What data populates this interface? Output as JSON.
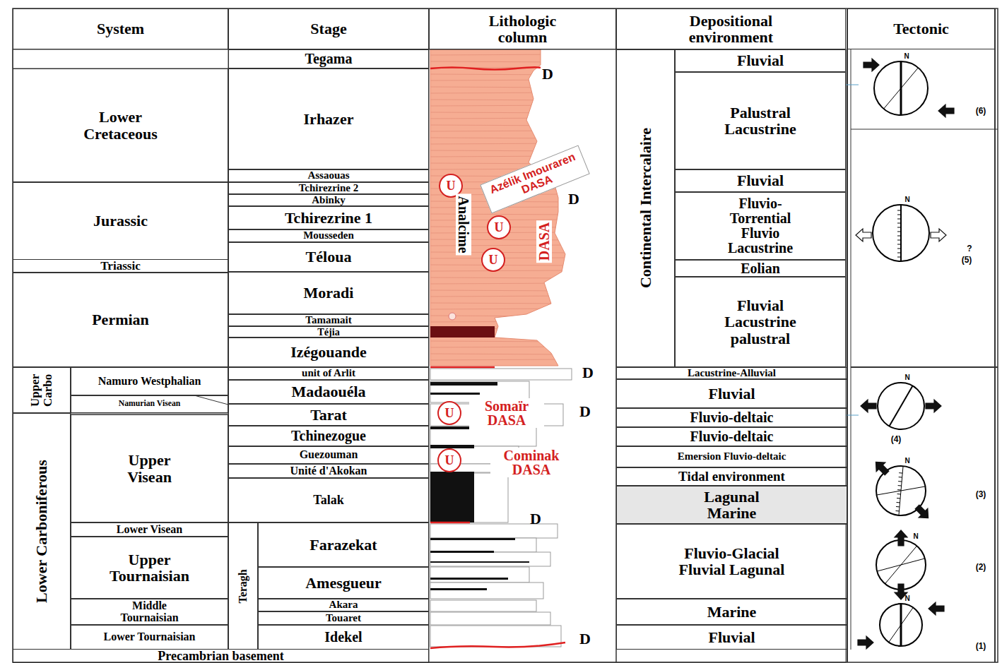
{
  "diagram": {
    "nodes": [
      {
        "text": [
          "System"
        ]
      },
      {
        "text": [
          "Stage"
        ]
      },
      {
        "text": [
          "Lithologic column"
        ]
      },
      {
        "text": [
          "Depositional environment"
        ]
      },
      {
        "text": [
          "Tectonic"
        ]
      },
      {
        "text": [
          "Lower Cretaceous"
        ]
      },
      {
        "text": [
          "Jurassic"
        ]
      },
      {
        "text": [
          "Triassic"
        ]
      },
      {
        "text": [
          "Permian"
        ]
      },
      {
        "text": [
          "Upper Carbo"
        ]
      },
      {
        "text": [
          "Namuro Westphalian"
        ]
      },
      {
        "text": [
          "Namurian Visean"
        ]
      },
      {
        "text": [
          "Lower Carboniferous"
        ]
      },
      {
        "text": [
          "Upper Visean"
        ]
      },
      {
        "text": [
          "Lower Visean"
        ]
      },
      {
        "text": [
          "Upper Tournaisian"
        ]
      },
      {
        "text": [
          "Middle Tournaisian"
        ]
      },
      {
        "text": [
          "Lower Tournaisian"
        ]
      },
      {
        "text": [
          "Precambrian basement"
        ]
      },
      {
        "text": [
          "Tegama"
        ]
      },
      {
        "text": [
          "Irhazer"
        ]
      },
      {
        "text": [
          "Assaouas"
        ]
      },
      {
        "text": [
          "Tchirezrine 2"
        ]
      },
      {
        "text": [
          "Abinky"
        ]
      },
      {
        "text": [
          "Tchirezrine 1"
        ]
      },
      {
        "text": [
          "Mousseden"
        ]
      },
      {
        "text": [
          "Téloua"
        ]
      },
      {
        "text": [
          "Moradi"
        ]
      },
      {
        "text": [
          "Tamamait"
        ]
      },
      {
        "text": [
          "Téjia"
        ]
      },
      {
        "text": [
          "Izégouande"
        ]
      },
      {
        "text": [
          "unit of Arlit"
        ]
      },
      {
        "text": [
          "Madaouéla"
        ]
      },
      {
        "text": [
          "Tarat"
        ]
      },
      {
        "text": [
          "Tchinezogue"
        ]
      },
      {
        "text": [
          "Guezouman"
        ]
      },
      {
        "text": [
          "Unité d'Akokan"
        ]
      },
      {
        "text": [
          "Talak"
        ]
      },
      {
        "text": [
          "Teragh"
        ]
      },
      {
        "text": [
          "Farazekat"
        ]
      },
      {
        "text": [
          "Amesgueur"
        ]
      },
      {
        "text": [
          "Akara"
        ]
      },
      {
        "text": [
          "Touaret"
        ]
      },
      {
        "text": [
          "Idekel"
        ]
      },
      {
        "text": [
          "U"
        ]
      },
      {
        "text": [
          "U"
        ]
      },
      {
        "text": [
          "U"
        ]
      },
      {
        "text": [
          "U"
        ]
      },
      {
        "text": [
          "U"
        ]
      },
      {
        "text": [
          "Azélik Imouraren DASA"
        ]
      },
      {
        "text": [
          "Continental Intercalaire"
        ]
      },
      {
        "text": [
          "Fluvial"
        ]
      },
      {
        "text": [
          "Palustral Lacustrine"
        ]
      },
      {
        "text": [
          "Fluvial"
        ]
      },
      {
        "text": [
          "Fluvio- Torrential Fluvio Lacustrine"
        ]
      },
      {
        "text": [
          "Eolian"
        ]
      },
      {
        "text": [
          "Fluvial Lacustrine palustral"
        ]
      },
      {
        "text": [
          "Lacustrine-Alluvial"
        ]
      },
      {
        "text": [
          "Fluvial"
        ]
      },
      {
        "text": [
          "Fluvio-deltaic"
        ]
      },
      {
        "text": [
          "Fluvio-deltaic"
        ]
      },
      {
        "text": [
          "Emersion Fluvio-deltaic"
        ]
      },
      {
        "text": [
          "Tidal environment"
        ]
      },
      {
        "text": [
          "Lagunal Marine"
        ]
      },
      {
        "text": [
          "Fluvio-Glacial Fluvial Lagunal"
        ]
      },
      {
        "text": [
          "Marine"
        ]
      },
      {
        "text": [
          "Fluvial"
        ]
      }
    ],
    "labels": [
      "D",
      "D",
      "D",
      "D",
      "D",
      "D",
      "Analcime",
      "DASA",
      "Somaïr DASA",
      "Cominak DASA",
      "N",
      "N",
      "N",
      "N",
      "N",
      "N",
      "?",
      "(6)",
      "(5)",
      "(4)",
      "(3)",
      "(2)",
      "(1)"
    ]
  }
}
